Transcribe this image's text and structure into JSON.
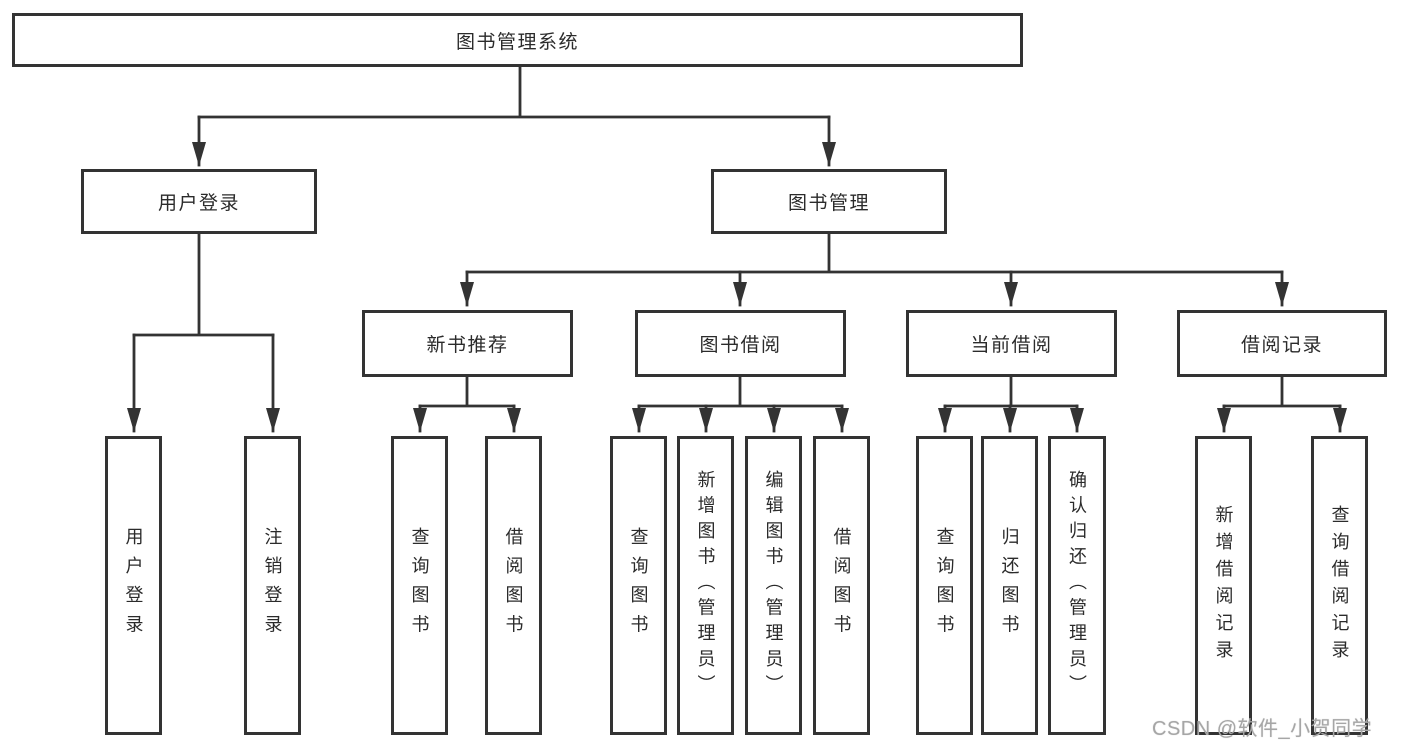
{
  "diagram": {
    "root": {
      "label": "图书管理系统"
    },
    "level2": [
      {
        "label": "用户登录"
      },
      {
        "label": "图书管理"
      }
    ],
    "level3": [
      {
        "label": "新书推荐"
      },
      {
        "label": "图书借阅"
      },
      {
        "label": "当前借阅"
      },
      {
        "label": "借阅记录"
      }
    ],
    "leaves": {
      "user_login": [
        "用户登录",
        "注销登录"
      ],
      "new_book": [
        "查询图书",
        "借阅图书"
      ],
      "book_borrow": [
        "查询图书",
        "新增图书（管理员）",
        "编辑图书（管理员）",
        "借阅图书"
      ],
      "current_borrow": [
        "查询图书",
        "归还图书",
        "确认归还（管理员）"
      ],
      "borrow_record": [
        "新增借阅记录",
        "查询借阅记录"
      ]
    },
    "colors": {
      "line": "#333333",
      "box_background": "#ffffff",
      "text": "#2b2b2b",
      "watermark": "#a6a6a6"
    }
  },
  "watermark": {
    "text": "CSDN @软件_小贺同学"
  }
}
